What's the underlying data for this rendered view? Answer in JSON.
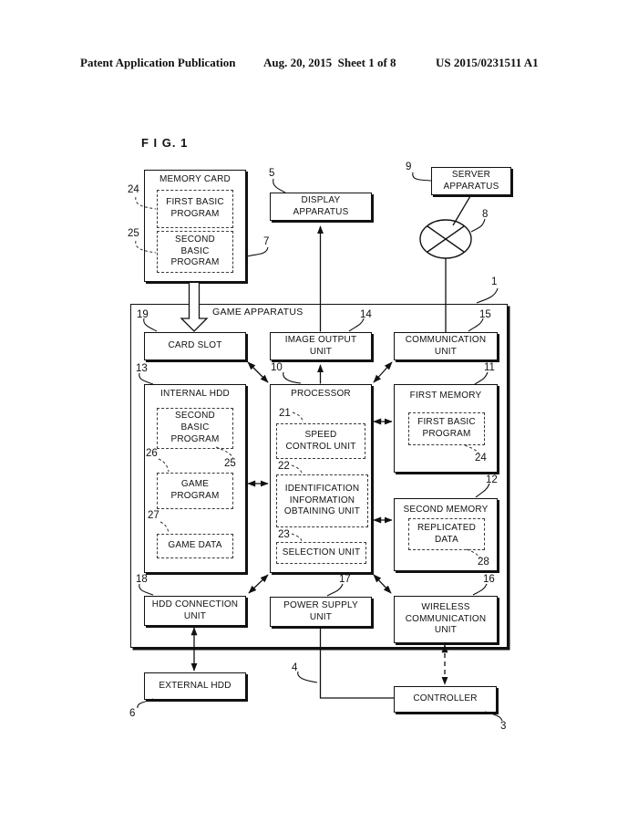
{
  "header": {
    "left": "Patent Application Publication",
    "center": "Aug. 20, 2015  Sheet 1 of 8",
    "right": "US 2015/0231511 A1"
  },
  "figure_label": "F I G. 1",
  "diagram": {
    "outer_title": "GAME APPARATUS",
    "boxes": {
      "memory_card": "MEMORY CARD",
      "first_basic_program_card": "FIRST BASIC\nPROGRAM",
      "second_basic_program_card": "SECOND\nBASIC\nPROGRAM",
      "display_apparatus": "DISPLAY\nAPPARATUS",
      "server_apparatus": "SERVER\nAPPARATUS",
      "card_slot": "CARD SLOT",
      "image_output_unit": "IMAGE OUTPUT\nUNIT",
      "communication_unit": "COMMUNICATION\nUNIT",
      "internal_hdd": "INTERNAL HDD",
      "second_basic_program_hdd": "SECOND\nBASIC\nPROGRAM",
      "game_program": "GAME\nPROGRAM",
      "game_data": "GAME DATA",
      "processor": "PROCESSOR",
      "speed_control_unit": "SPEED\nCONTROL UNIT",
      "identification_unit": "IDENTIFICATION\nINFORMATION\nOBTAINING UNIT",
      "selection_unit": "SELECTION UNIT",
      "first_memory": "FIRST MEMORY",
      "first_basic_program_mem": "FIRST BASIC\nPROGRAM",
      "second_memory": "SECOND MEMORY",
      "replicated_data": "REPLICATED\nDATA",
      "hdd_connection_unit": "HDD CONNECTION\nUNIT",
      "power_supply_unit": "POWER SUPPLY\nUNIT",
      "wireless_communication_unit": "WIRELESS\nCOMMUNICATION\nUNIT",
      "external_hdd": "EXTERNAL HDD",
      "controller": "CONTROLLER"
    },
    "refs": {
      "1": "1",
      "3": "3",
      "4": "4",
      "5": "5",
      "6": "6",
      "7": "7",
      "8": "8",
      "9": "9",
      "10": "10",
      "11": "11",
      "12": "12",
      "13": "13",
      "14": "14",
      "15": "15",
      "16": "16",
      "17": "17",
      "18": "18",
      "19": "19",
      "21": "21",
      "22": "22",
      "23": "23",
      "24a": "24",
      "24b": "24",
      "25a": "25",
      "25b": "25",
      "26": "26",
      "27": "27",
      "28": "28"
    },
    "icons": {
      "network": "crossed-circle-network-icon"
    },
    "colors": {
      "line": "#111111",
      "background": "#ffffff"
    }
  }
}
